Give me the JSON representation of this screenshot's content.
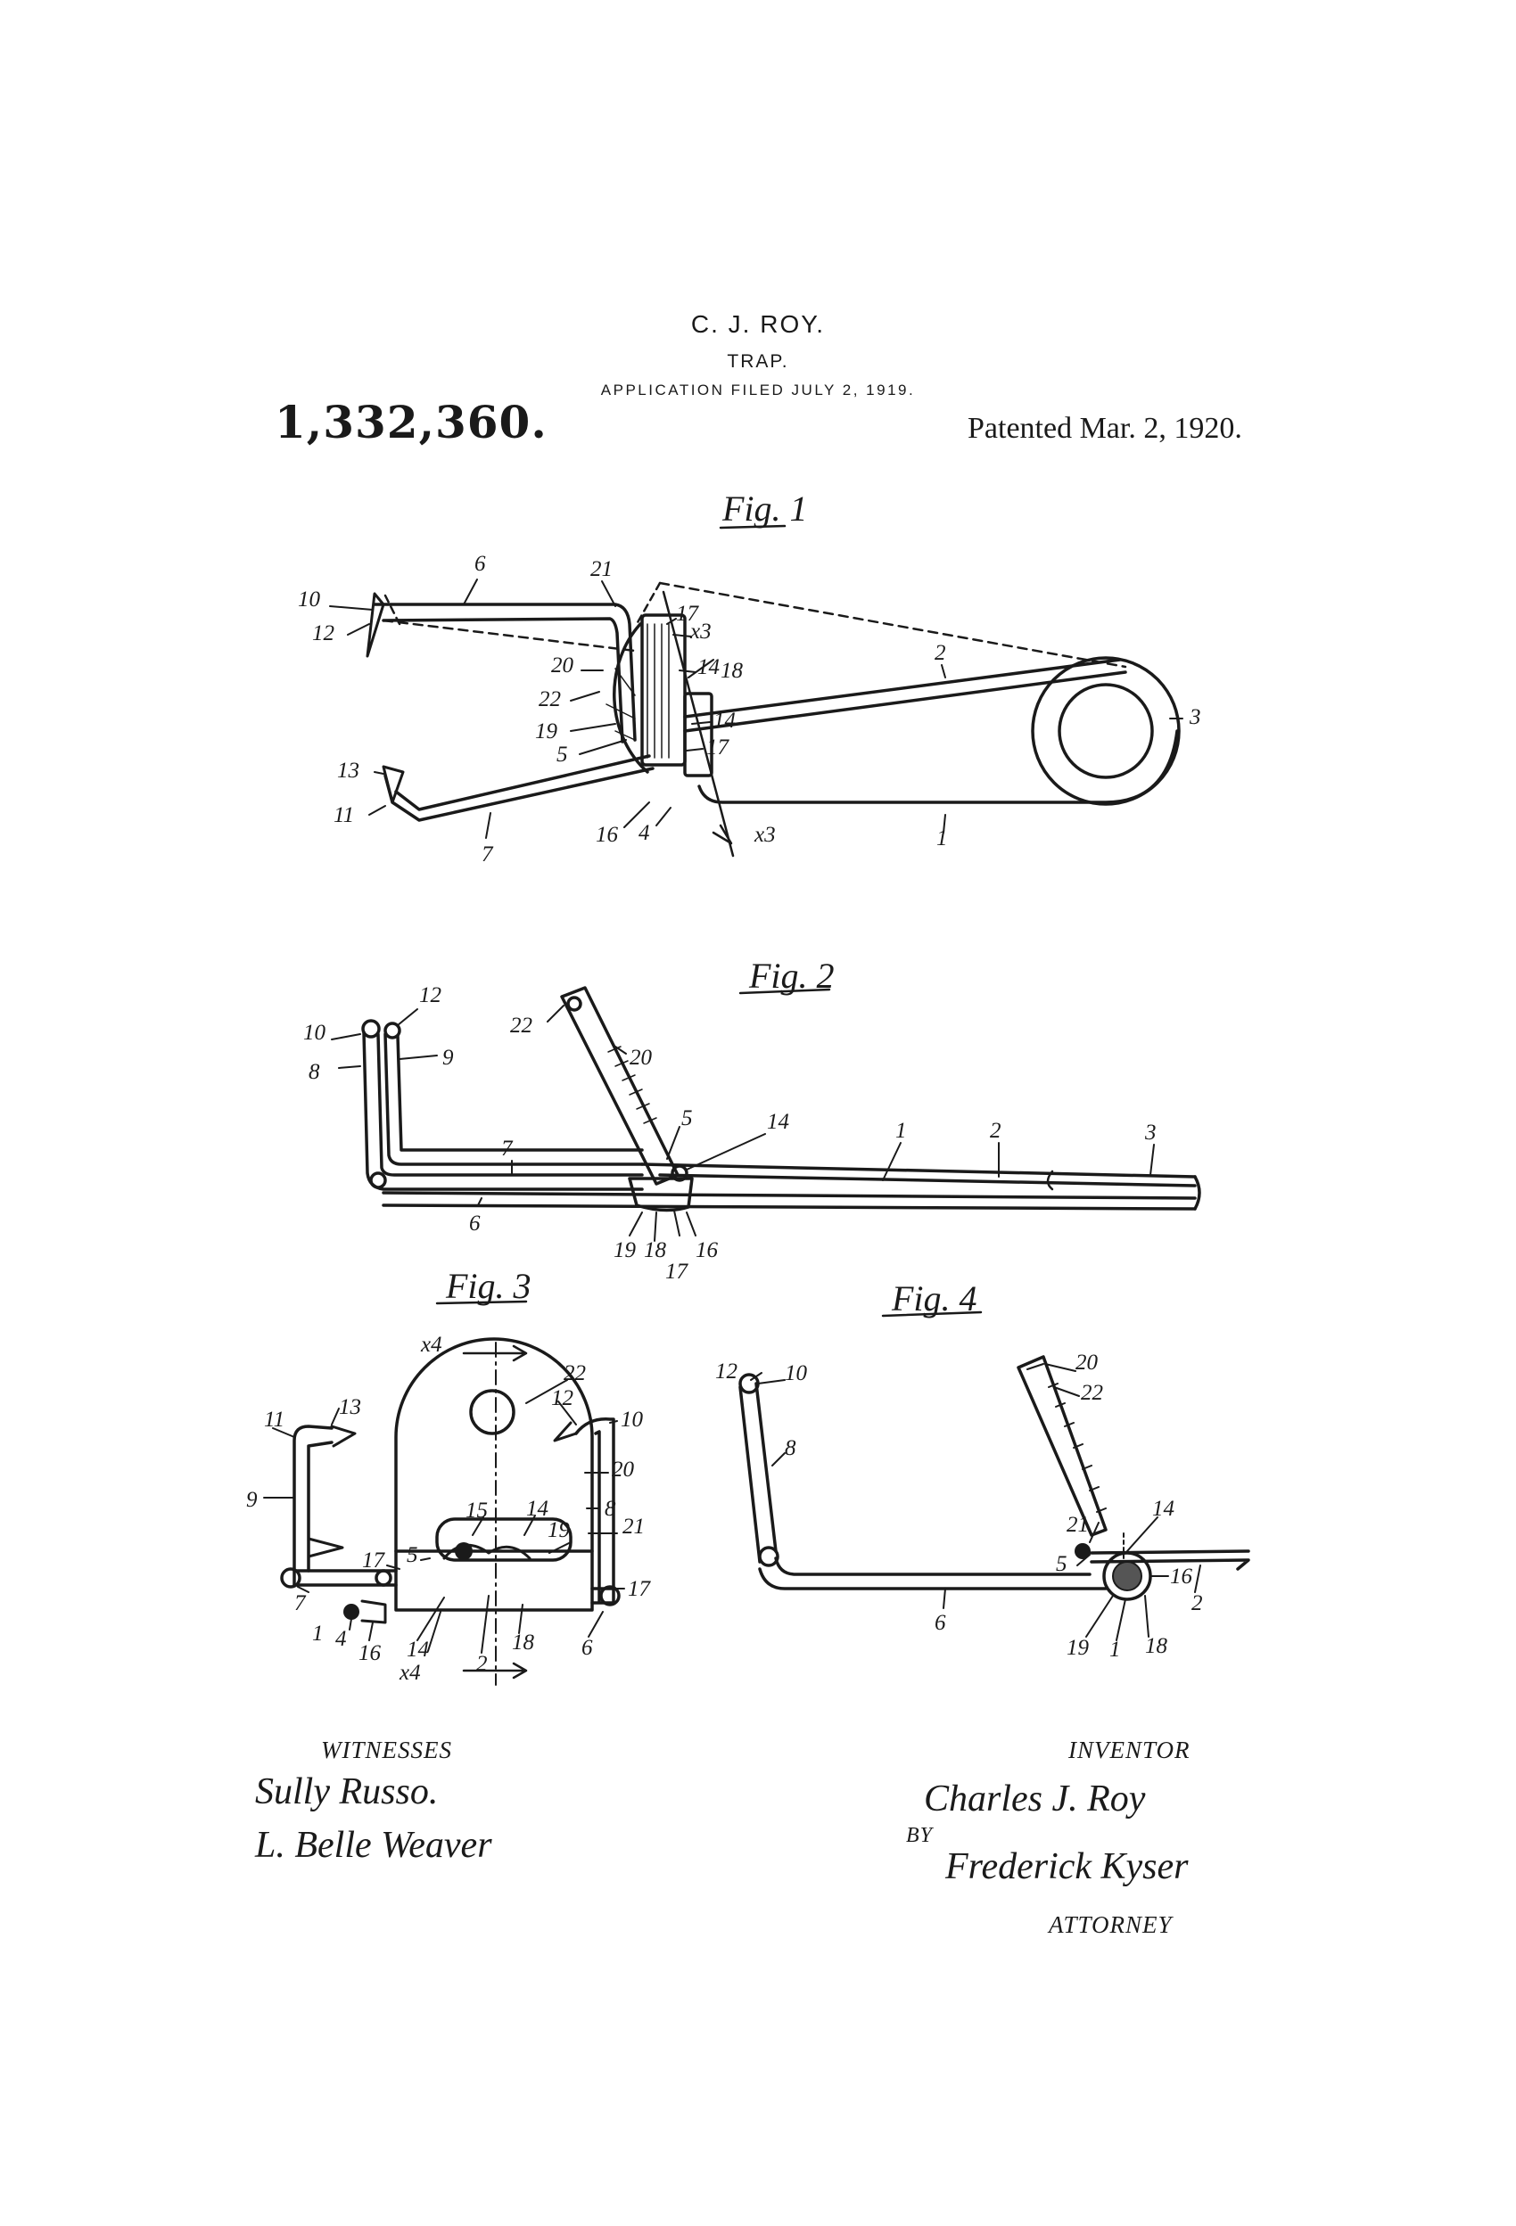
{
  "header": {
    "inventor": "C. J. ROY.",
    "title": "TRAP.",
    "application": "APPLICATION FILED JULY 2, 1919.",
    "patent_number": "1,332,360.",
    "patented_date": "Patented Mar. 2, 1920."
  },
  "figures": {
    "fig1": "Fig. 1",
    "fig2": "Fig. 2",
    "fig3": "Fig. 3",
    "fig4": "Fig. 4"
  },
  "fig1_labels": {
    "l10": "10",
    "l12": "12",
    "l6": "6",
    "l21": "21",
    "l17a": "17",
    "lx3a": "x3",
    "l14a": "14",
    "l18": "18",
    "l2": "2",
    "l3": "3",
    "l20": "20",
    "l22": "22",
    "l19": "19",
    "l5": "5",
    "l14b": "14",
    "l17b": "17",
    "l13": "13",
    "l11": "11",
    "l7": "7",
    "l16": "16",
    "l4": "4",
    "lx3b": "x3",
    "l1": "1"
  },
  "fig2_labels": {
    "l10": "10",
    "l12": "12",
    "l8": "8",
    "l9": "9",
    "l22": "22",
    "l20": "20",
    "l5": "5",
    "l14": "14",
    "l7": "7",
    "l1": "1",
    "l2": "2",
    "l3": "3",
    "l6": "6",
    "l19": "19",
    "l18": "18",
    "l17": "17",
    "l16": "16"
  },
  "fig3_labels": {
    "lx4a": "x4",
    "l22": "22",
    "l11": "11",
    "l13": "13",
    "l12": "12",
    "l10": "10",
    "l20": "20",
    "l9": "9",
    "l8": "8",
    "l15": "15",
    "l14a": "14",
    "l21": "21",
    "l19": "19",
    "l17a": "17",
    "l5": "5",
    "l17b": "17",
    "l7": "7",
    "l1": "1",
    "l4": "4",
    "l14b": "14",
    "l2": "2",
    "l18": "18",
    "l6": "6",
    "l16": "16",
    "lx4b": "x4"
  },
  "fig4_labels": {
    "l12": "12",
    "l10": "10",
    "l20": "20",
    "l22": "22",
    "l8": "8",
    "l14": "14",
    "l21": "21",
    "l5": "5",
    "l16": "16",
    "l2": "2",
    "l6": "6",
    "l19": "19",
    "l1": "1",
    "l18": "18"
  },
  "signatures": {
    "witnesses_label": "WITNESSES",
    "witness_1": "Sully Russo.",
    "witness_2": "L. Belle Weaver",
    "inventor_label": "INVENTOR",
    "inventor_signature": "Charles J. Roy",
    "by_label": "BY",
    "attorney_signature": "Frederick Kyser",
    "attorney_label": "ATTORNEY"
  }
}
